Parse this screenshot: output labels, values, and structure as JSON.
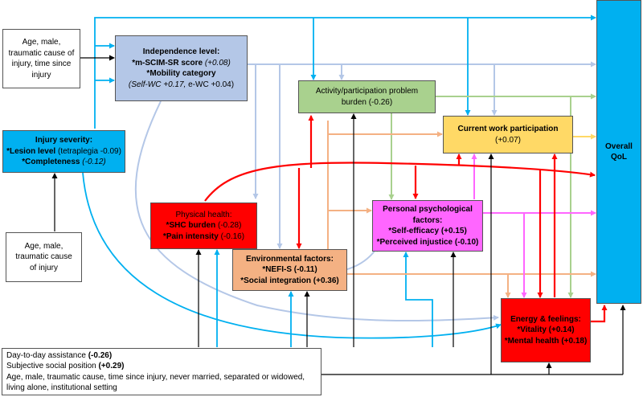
{
  "nodes": {
    "covariates_top": {
      "lines": [
        "Age, male,",
        "traumatic cause of",
        "injury, time since",
        "injury"
      ]
    },
    "independence": {
      "title": "Independence level:",
      "line2_bold": "*m-SCIM-SR score",
      "line2_italic": "(+0.08)",
      "line3": "*Mobility category",
      "line4_italic": "(Self-WC +0.17,",
      "line4_rest": "e-WC +0.04)"
    },
    "injury_severity": {
      "title": "Injury severity:",
      "l2_bold": "*Lesion level",
      "l2_rest": "(tetraplegia -0.09)",
      "l3_bold": "*Completeness",
      "l3_italic": "(-0.12)"
    },
    "covariates_mid": {
      "lines": [
        "Age, male,",
        "traumatic cause",
        "of injury"
      ]
    },
    "activity": {
      "line1": "Activity/participation problem",
      "line2": "burden (-0.26)"
    },
    "work": {
      "title": "Current work participation",
      "value": "(+0.07)"
    },
    "qol": {
      "line1": "Overall",
      "line2": "QoL"
    },
    "physical": {
      "title": "Physical health:",
      "l2_bold": "*SHC burden",
      "l2_rest": "(-0.28)",
      "l3_bold": "*Pain intensity",
      "l3_rest": "(-0.16)"
    },
    "psych": {
      "title": "Personal psychological",
      "title2": "factors:",
      "l3_bold": "*Self-efficacy",
      "l3_rest": "(+0.15)",
      "l4_bold": "*Perceived injustice",
      "l4_rest": "(-0.10)"
    },
    "environment": {
      "title": "Environmental factors:",
      "l2_bold": "*NEFI-S",
      "l2_rest": "(-0.11)",
      "l3_bold": "*Social integration",
      "l3_rest": "(+0.36)"
    },
    "energy": {
      "title": "Energy & feelings:",
      "l2_bold": "*Vitality",
      "l2_rest": "(+0.14)",
      "l3_bold": "*Mental health",
      "l3_rest": "(+0.18)"
    },
    "bottom": {
      "l1_text": "Day-to-day assistance",
      "l1_value": "(-0.26)",
      "l2_text": "Subjective social position",
      "l2_value": "(+0.29)",
      "l3": "Age, male, traumatic cause, time since injury, never married, separated or widowed,",
      "l4": "living alone, institutional setting"
    }
  },
  "colors": {
    "blue_box": "#b4c7e7",
    "cyan": "#00b0f0",
    "green": "#a9d18e",
    "yellow": "#ffd966",
    "orange": "#f4b183",
    "red": "#ff0000",
    "pink": "#ff66ff",
    "light_blue_arrow": "#b4c7e7",
    "blue_arrow": "#00b0f0",
    "black_arrow": "#000000"
  }
}
